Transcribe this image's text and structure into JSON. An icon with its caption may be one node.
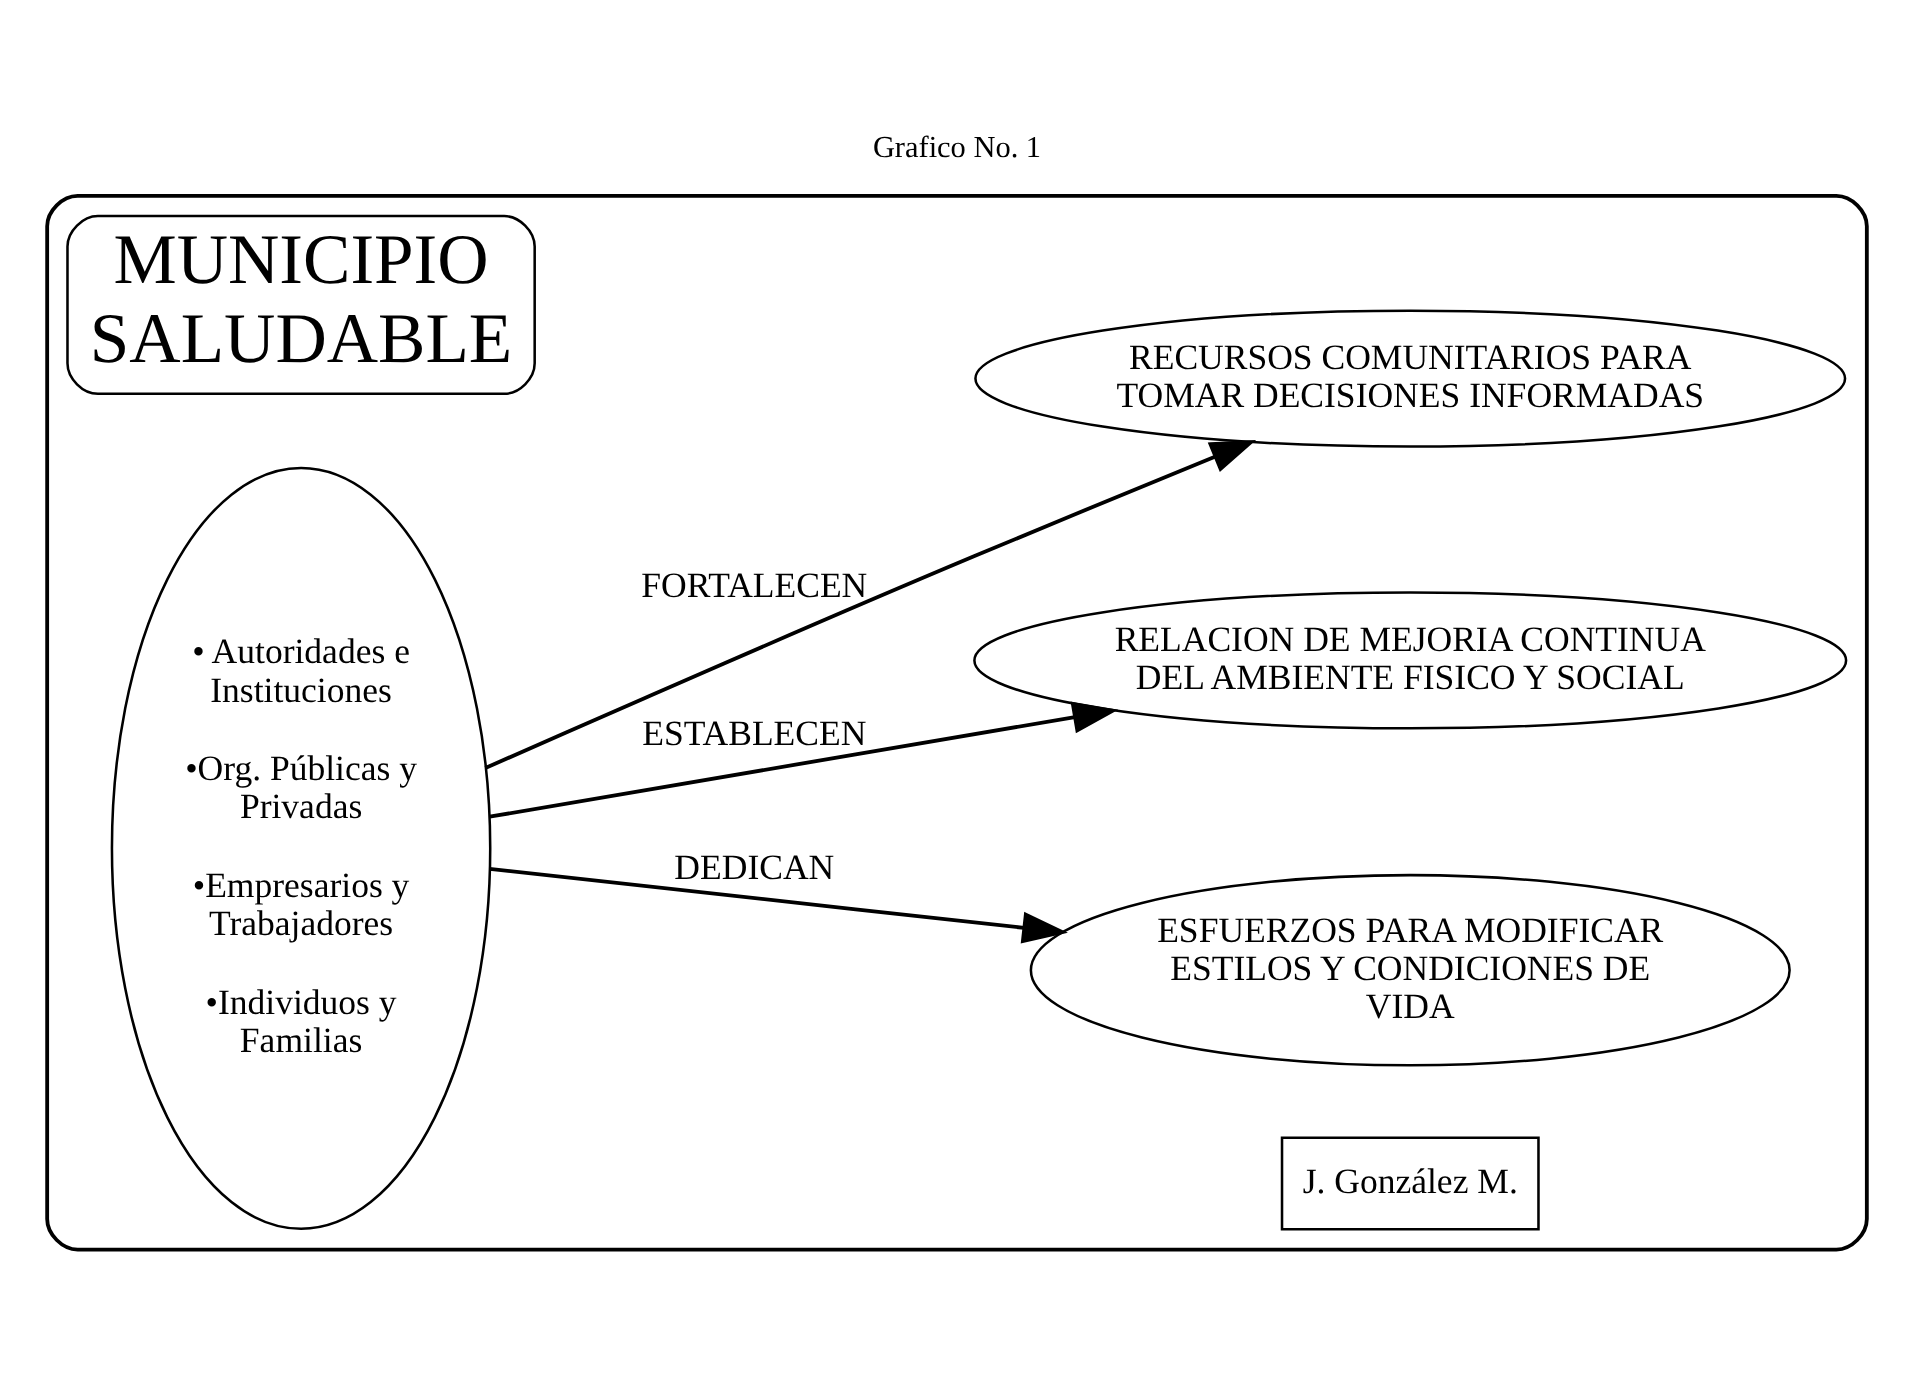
{
  "diagram": {
    "title": "Grafico No. 1",
    "nodes": [
      {
        "text": [],
        "shape": "box"
      },
      {
        "text": [
          "MUNICIPIO SALUDABLE"
        ],
        "in": 0
      },
      {
        "text": [
          "• Autoridades e Instituciones",
          "•Org. Públicas y Privadas",
          "•Empresarios y Trabajadores",
          "•Individuos y Familias"
        ],
        "in": 0
      },
      {
        "text": [
          "ESFUERZOS PARA MODIFICAR ESTILOS Y CONDICIONES DE VIDA"
        ],
        "in": 0
      },
      {
        "text": [
          "RELACION DE MEJORIA CONTINUA DEL AMBIENTE FISICO Y SOCIAL"
        ],
        "in": 0
      },
      {
        "text": [
          "RECURSOS COMUNITARIOS PARA TOMAR DECISIONES INFORMADAS"
        ],
        "in": 0
      },
      {
        "text": [
          "J. González M."
        ],
        "in": 0
      }
    ],
    "edges": [
      {
        "from": 2,
        "to": 3,
        "arrow": "to",
        "label": "DEDICAN"
      },
      {
        "from": 2,
        "to": 4,
        "arrow": "to",
        "label": "ESTABLECEN"
      },
      {
        "from": 2,
        "to": 5,
        "arrow": "to",
        "label": "FORTALECEN"
      }
    ]
  }
}
